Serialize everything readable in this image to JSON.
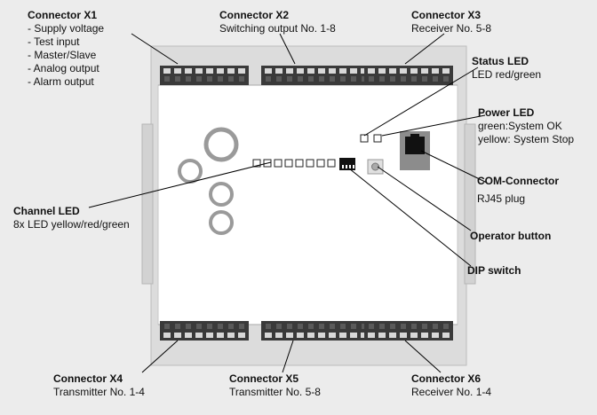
{
  "labels": {
    "x1": {
      "title": "Connector X1",
      "lines": [
        "- Supply voltage",
        "- Test input",
        "- Master/Slave",
        "- Analog output",
        "- Alarm output"
      ]
    },
    "x2": {
      "title": "Connector X2",
      "sub": "Switching output No. 1-8"
    },
    "x3": {
      "title": "Connector X3",
      "sub": "Receiver No. 5-8"
    },
    "status_led": {
      "title": "Status LED",
      "sub": "LED red/green"
    },
    "power_led": {
      "title": "Power LED",
      "lines": [
        "green:System OK",
        "yellow: System Stop"
      ]
    },
    "com_connector": {
      "title": "COM-Connector",
      "sub": "RJ45 plug"
    },
    "channel_led": {
      "title": "Channel LED",
      "sub": "8x LED yellow/red/green"
    },
    "operator_button": {
      "title": "Operator button"
    },
    "dip_switch": {
      "title": "DIP switch"
    },
    "x4": {
      "title": "Connector X4",
      "sub": "Transmitter No. 1-4"
    },
    "x5": {
      "title": "Connector X5",
      "sub": "Transmitter No. 5-8"
    },
    "x6": {
      "title": "Connector X6",
      "sub": "Receiver No. 1-4"
    }
  },
  "colors": {
    "board": "#ffffff",
    "board_edge": "#c8c8c8",
    "frame": "#d9d9d9",
    "connector": "#3a3a3a",
    "pin": "#d8d8d8",
    "capacitor_ring": "#9a9a9a",
    "leader": "#000000"
  }
}
